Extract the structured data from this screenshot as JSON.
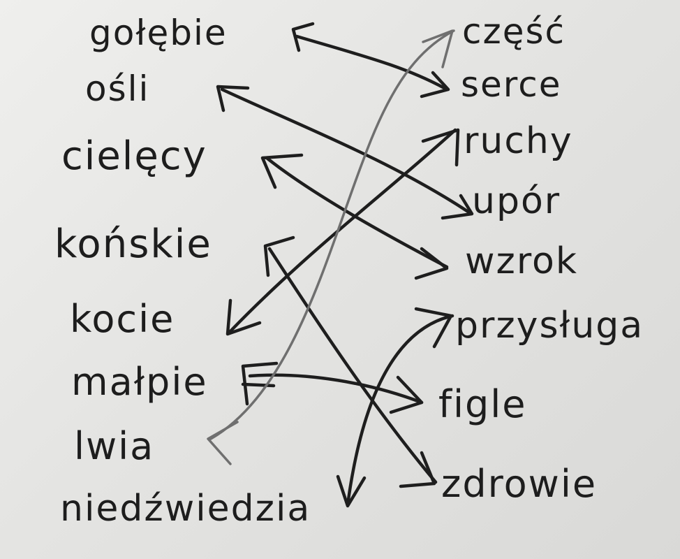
{
  "left_words": [
    "gołębie",
    "ośli",
    "cielęcy",
    "końskie",
    "kocie",
    "małpie",
    "lwia",
    "niedźwiedzia"
  ],
  "right_words": [
    "część",
    "serce",
    "ruchy",
    "upór",
    "wzrok",
    "przysługa",
    "figle",
    "zdrowie"
  ],
  "colors": {
    "ink": "#1e1e1e",
    "pencil": "#6f6f6f",
    "board": "#e8e8e6"
  }
}
